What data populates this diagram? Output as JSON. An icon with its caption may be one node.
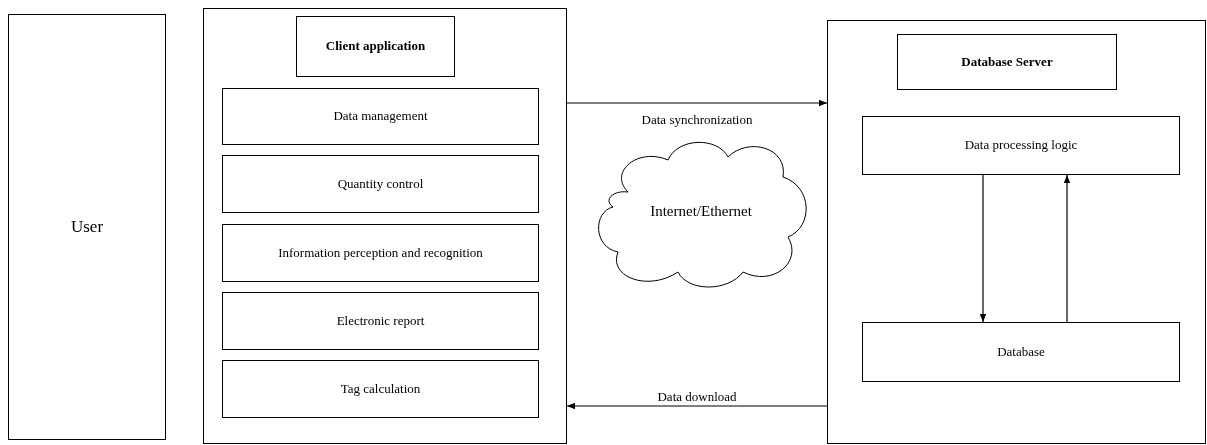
{
  "diagram": {
    "nodes": [
      {
        "text": [
          "User"
        ]
      },
      {
        "text": [],
        "shape": "box"
      },
      {
        "text": [
          "Client application"
        ],
        "in": 1
      },
      {
        "text": [
          "Data management"
        ],
        "in": 1
      },
      {
        "text": [
          "Quantity control"
        ],
        "in": 1
      },
      {
        "text": [
          "Information perception and recognition"
        ],
        "in": 1
      },
      {
        "text": [
          "Electronic report"
        ],
        "in": 1
      },
      {
        "text": [
          "Tag calculation"
        ],
        "in": 1
      },
      {
        "text": [
          "Internet/Ethernet"
        ]
      },
      {
        "text": [],
        "shape": "box"
      },
      {
        "text": [
          "Database Server"
        ],
        "in": 9
      },
      {
        "text": [
          "Data processing logic"
        ],
        "in": 9
      },
      {
        "text": [
          "Database"
        ],
        "in": 9
      }
    ],
    "edges": [
      {
        "from": 1,
        "to": 9,
        "arrow": "to",
        "label": "Data synchronization"
      },
      {
        "from": 9,
        "to": 1,
        "arrow": "to",
        "label": "Data download"
      },
      {
        "from": 11,
        "to": 12,
        "arrow": "to"
      },
      {
        "from": 12,
        "to": 11,
        "arrow": "to"
      }
    ]
  }
}
